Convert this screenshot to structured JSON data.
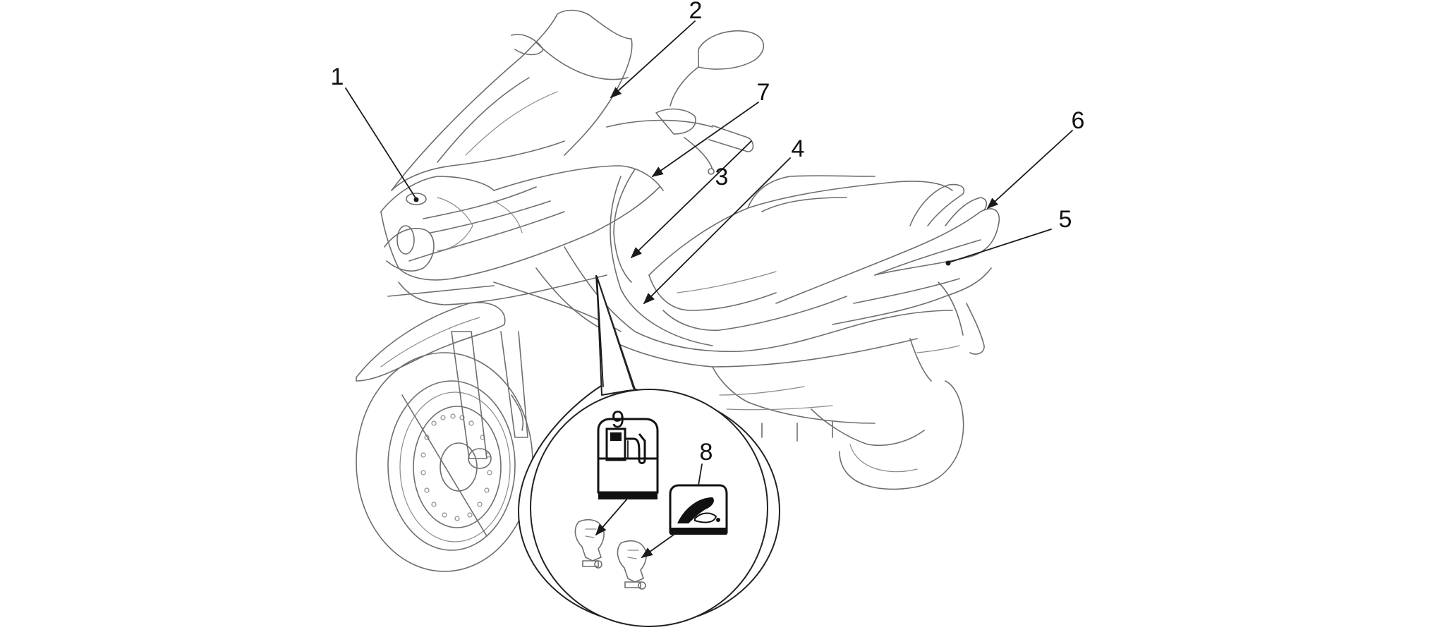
{
  "callouts": [
    {
      "id": "1",
      "label": "1"
    },
    {
      "id": "2",
      "label": "2"
    },
    {
      "id": "3",
      "label": "3"
    },
    {
      "id": "4",
      "label": "4"
    },
    {
      "id": "5",
      "label": "5"
    },
    {
      "id": "6",
      "label": "6"
    },
    {
      "id": "7",
      "label": "7"
    },
    {
      "id": "8",
      "label": "8"
    },
    {
      "id": "9",
      "label": "9"
    }
  ],
  "icons": {
    "fuel": "fuel-pump-icon",
    "oil": "oil-can-icon"
  },
  "colors": {
    "line": "#6e6e6e",
    "leader": "#1a1a1a",
    "background": "#ffffff"
  }
}
